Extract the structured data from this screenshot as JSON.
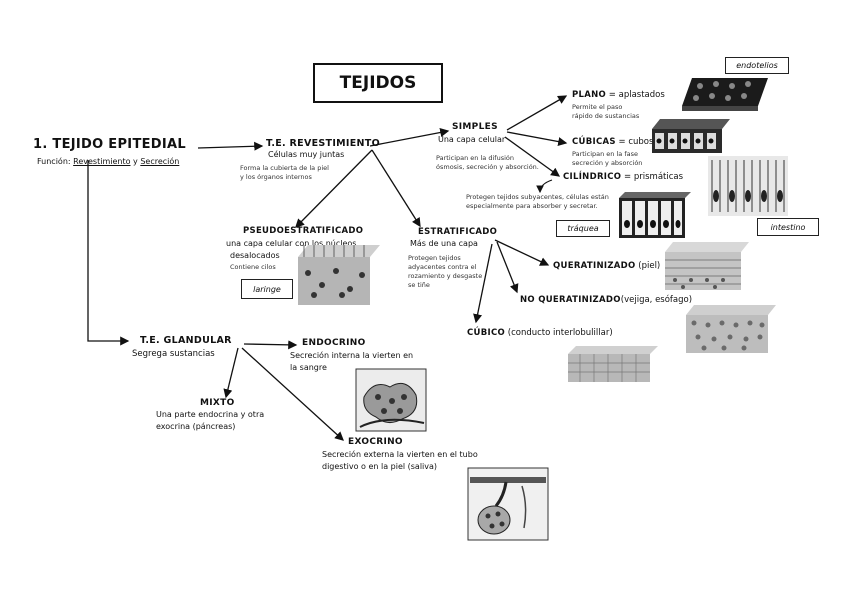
{
  "title": "TEJIDOS",
  "main": {
    "heading": "1. TEJIDO EPITEDIAL",
    "function_label": "Función:",
    "function_a": "Revestimiento",
    "function_and": "y",
    "function_b": "Secreción"
  },
  "revestimiento": {
    "heading": "T.E. REVESTIMIENTO",
    "sub": "Células muy juntas",
    "desc1": "Forma la cubierta de la piel",
    "desc2": "y los órganos internos"
  },
  "simples": {
    "heading": "SIMPLES",
    "sub": "Una capa celular",
    "desc1": "Participan en la difusión",
    "desc2": "ósmosis, secreción y absorción."
  },
  "plano": {
    "heading": "PLANO",
    "eq": "= aplastados",
    "desc1": "Permite el paso",
    "desc2": "rápido de sustancias",
    "tag": "endotelios"
  },
  "cubicas": {
    "heading": "CÚBICAS",
    "eq": "= cubos",
    "desc1": "Participan en la fase",
    "desc2": "secreción y absorción"
  },
  "cilindrico": {
    "heading": "CILÍNDRICO",
    "eq": "= prismáticas",
    "desc1": "Protegen tejidos subyacentes, células están",
    "desc2": "especialmente para absorber y secretar.",
    "tag_left": "tráquea",
    "tag_right": "intestino"
  },
  "pseudo": {
    "heading": "PSEUDOESTRATIFICADO",
    "sub1": "una capa celular con los núcleos",
    "sub2": "desalocados",
    "desc": "Contiene cilos",
    "tag": "laringe"
  },
  "estratificado": {
    "heading": "ESTRATIFICADO",
    "sub": "Más de una capa",
    "desc1": "Protegen tejidos",
    "desc2": "adyacentes contra el",
    "desc3": "rozamiento y desgaste",
    "desc4": "se tiñe"
  },
  "queratinizado": {
    "heading": "QUERATINIZADO",
    "note": "(piel)"
  },
  "no_queratinizado": {
    "heading": "NO QUERATINIZADO",
    "note": "(vejiga, esófago)"
  },
  "cubico": {
    "heading": "CÚBICO",
    "note": "(conducto interlobulillar)"
  },
  "glandular": {
    "heading": "T.E. GLANDULAR",
    "sub": "Segrega sustancias"
  },
  "endocrino": {
    "heading": "ENDOCRINO",
    "desc1": "Secreción interna la vierten en",
    "desc2": "la sangre"
  },
  "mixto": {
    "heading": "MIXTO",
    "desc1": "Una parte endocrina y otra",
    "desc2": "exocrina (páncreas)"
  },
  "exocrino": {
    "heading": "EXOCRINO",
    "desc1": "Secreción externa la vierten en el tubo",
    "desc2": "digestivo o en la piel (saliva)"
  }
}
